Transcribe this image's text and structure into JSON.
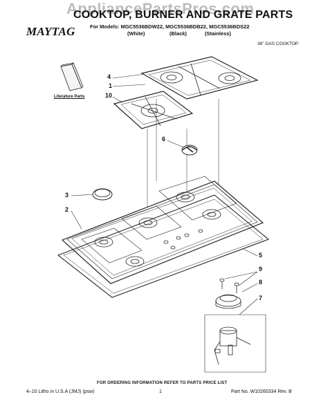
{
  "watermark": "AppliancePartsPros.com",
  "header": {
    "title": "COOKTOP, BURNER AND GRATE PARTS",
    "brand": "MAYTAG",
    "models_line": "For Models: MGC5536BDW22, MGC5536BDB22, MGC5536BDS22",
    "variants": [
      "(White)",
      "(Black)",
      "(Stainless)"
    ],
    "subtitle": "36\" GAS COOKTOP"
  },
  "diagram": {
    "literature_label": "Literature Parts",
    "callouts": [
      "4",
      "1",
      "10",
      "6",
      "3",
      "2",
      "5",
      "9",
      "8",
      "7"
    ]
  },
  "footer": {
    "ordering": "FOR ORDERING INFORMATION REFER TO PARTS PRICE LIST",
    "left": "4–10 Litho in U.S.A (JMJ) (psw)",
    "page": "1",
    "right": "Part No. W10260334 Rev. B"
  }
}
